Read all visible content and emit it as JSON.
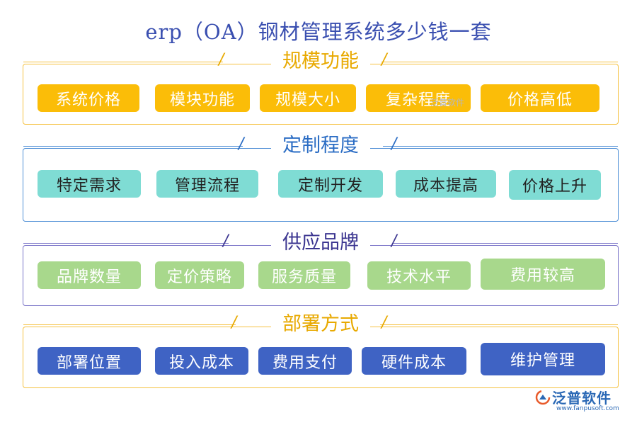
{
  "title": "erp（OA）钢材管理系统多少钱一套",
  "sections": [
    {
      "label": "规模功能",
      "items": [
        "系统价格",
        "模块功能",
        "规模大小",
        "复杂程度",
        "价格高低"
      ]
    },
    {
      "label": "定制程度",
      "items": [
        "特定需求",
        "管理流程",
        "定制开发",
        "成本提高",
        "价格上升"
      ]
    },
    {
      "label": "供应品牌",
      "items": [
        "品牌数量",
        "定价策略",
        "服务质量",
        "技术水平",
        "费用较高"
      ]
    },
    {
      "label": "部署方式",
      "items": [
        "部署位置",
        "投入成本",
        "费用支付",
        "硬件成本",
        "维护管理"
      ]
    }
  ],
  "watermark": "泛普软件",
  "brand": {
    "name": "泛普软件",
    "url": "www.fanpusoft.com",
    "icon": "fanpu-logo-icon"
  },
  "colors": {
    "gold": "#fbbd08",
    "teal": "#7fdcd4",
    "green": "#a8d88c",
    "blue": "#3f63c4",
    "title": "#3a4fb0"
  }
}
